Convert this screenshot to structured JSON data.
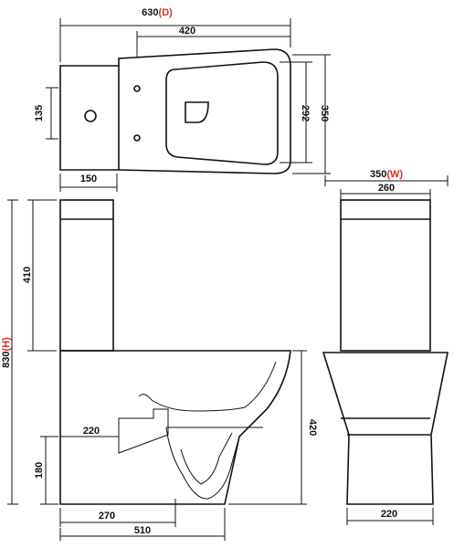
{
  "plan": {
    "overall_length": {
      "value": "630",
      "code": "(D)"
    },
    "pan_length": "420",
    "cistern_offset": "135",
    "pan_width": "292",
    "overall_width": "350",
    "inlet_distance": "150"
  },
  "side": {
    "height": {
      "value": "830",
      "code": "(H)"
    },
    "cistern_height": "410",
    "outlet_height": "180",
    "pan_height": "420",
    "outlet_projection": "220",
    "outlet_centre": "270",
    "pan_depth": "510"
  },
  "front": {
    "overall_width": {
      "value": "350",
      "code": "(W)"
    },
    "cistern_width": "260",
    "foot_width": "220"
  },
  "colors": {
    "line": "#111111",
    "code": "#d9302a"
  }
}
